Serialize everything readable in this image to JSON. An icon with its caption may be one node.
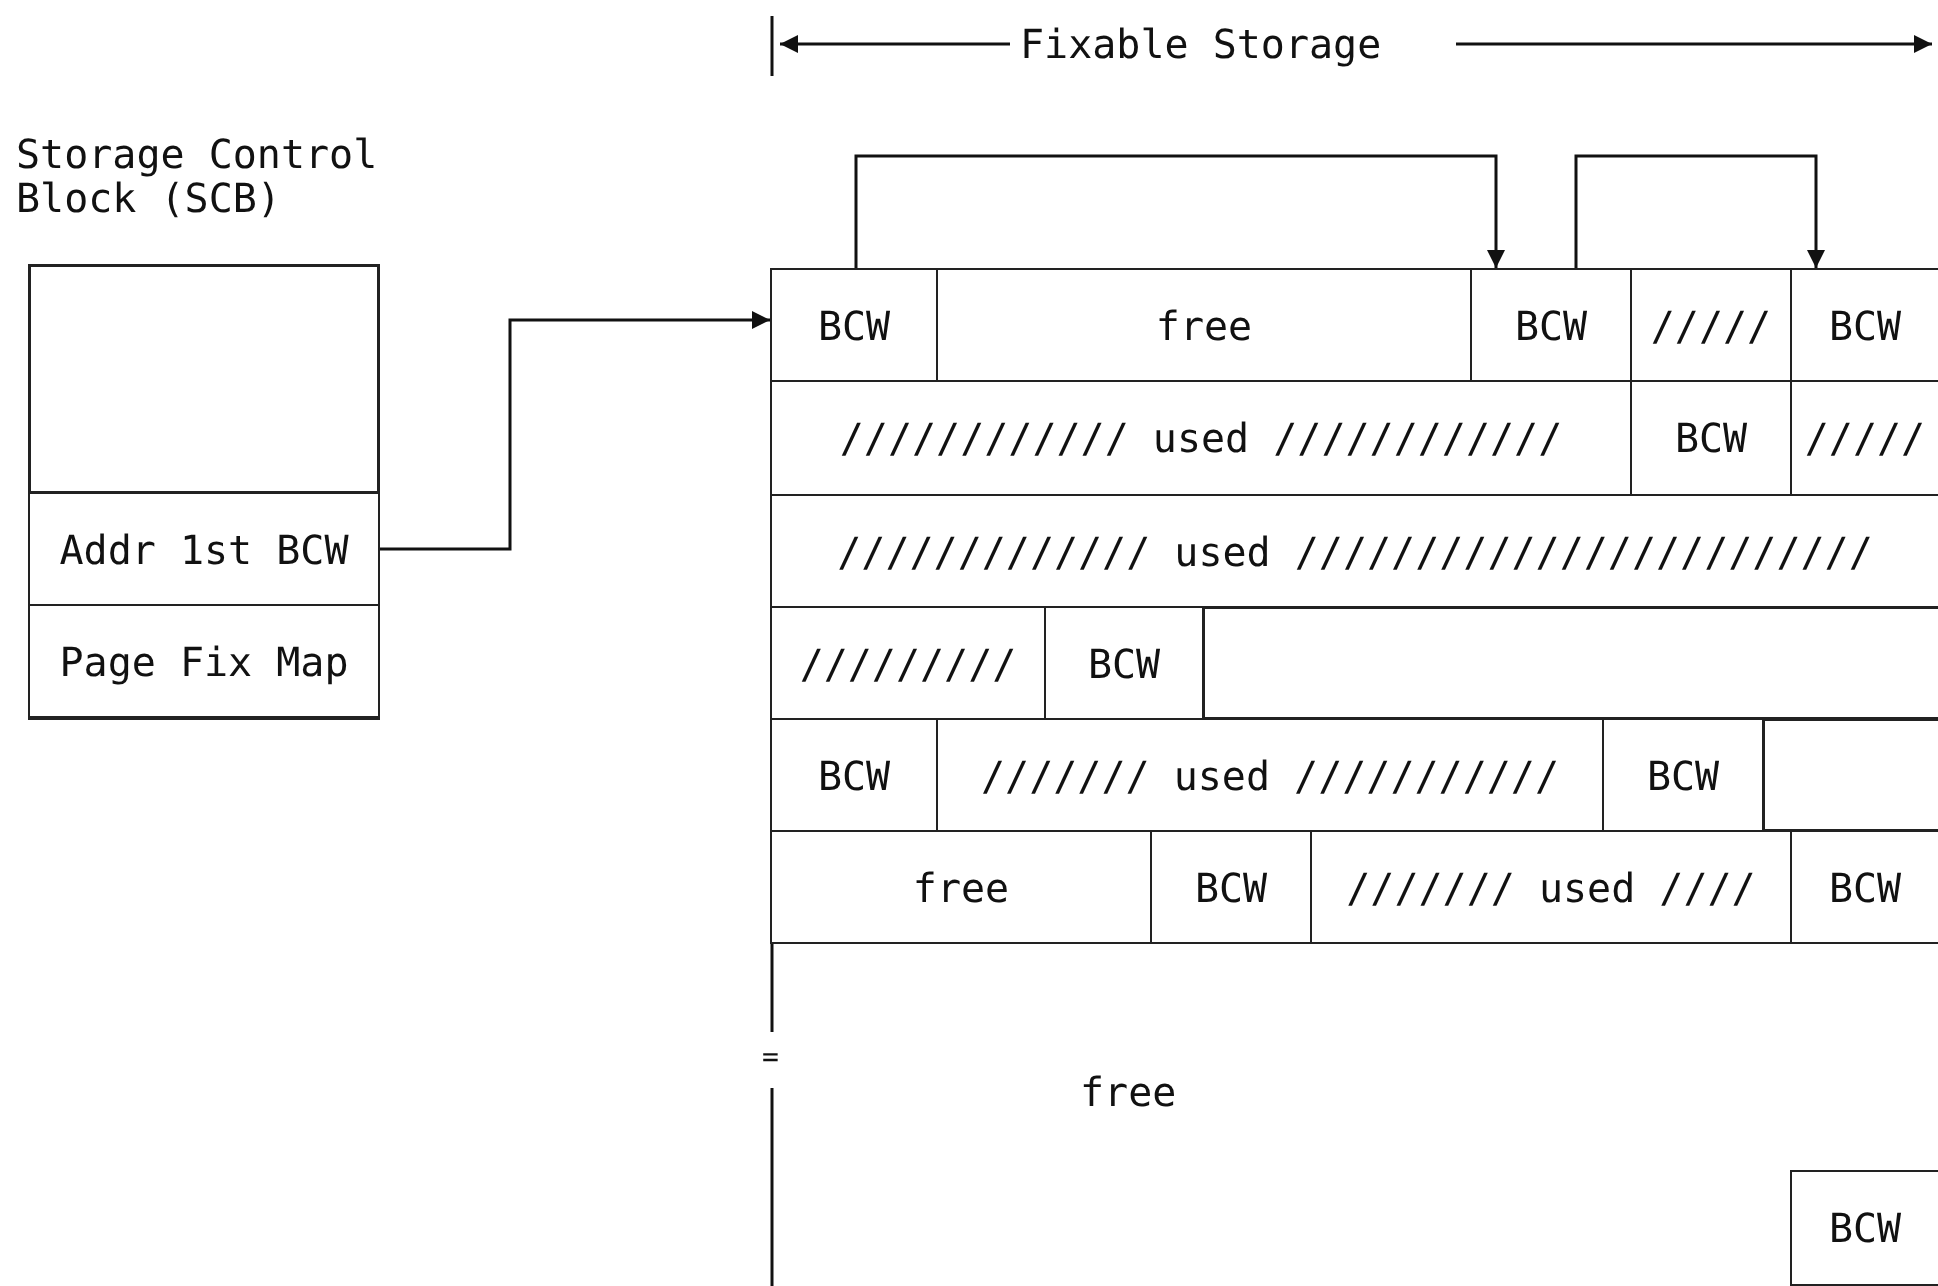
{
  "diagram": {
    "nodes": [
      {
        "text": [
          "Storage Control Block (SCB)"
        ]
      },
      {
        "text": [],
        "shape": "box",
        "in": 0
      },
      {
        "text": [
          "Addr 1st BCW"
        ],
        "in": 0
      },
      {
        "text": [
          "Page Fix Map"
        ],
        "in": 0
      },
      {
        "text": [
          "BCW"
        ]
      },
      {
        "text": [
          "free"
        ]
      },
      {
        "text": [
          "BCW"
        ]
      },
      {
        "text": [
          "/////"
        ]
      },
      {
        "text": [
          "BCW"
        ]
      },
      {
        "text": [
          "//////////// used ////////////"
        ]
      },
      {
        "text": [
          "BCW"
        ]
      },
      {
        "text": [
          "/////"
        ]
      },
      {
        "text": [
          "///////////// used ////////////////////////"
        ]
      },
      {
        "text": [
          "/////////"
        ]
      },
      {
        "text": [
          "BCW"
        ]
      },
      {
        "text": [],
        "shape": "box"
      },
      {
        "text": [
          "BCW"
        ]
      },
      {
        "text": [
          "/////// used ///////////"
        ]
      },
      {
        "text": [
          "BCW"
        ]
      },
      {
        "text": [],
        "shape": "box"
      },
      {
        "text": [
          "free"
        ]
      },
      {
        "text": [
          "BCW"
        ]
      },
      {
        "text": [
          "/////// used ////"
        ]
      },
      {
        "text": [
          "BCW"
        ]
      },
      {
        "text": [
          "free"
        ]
      },
      {
        "text": [
          "BCW"
        ],
        "in": 24
      }
    ],
    "edges": [
      {
        "from": 2,
        "to": 4,
        "arrow": "to"
      },
      {
        "from": 4,
        "to": 6,
        "arrow": "to"
      },
      {
        "from": 6,
        "to": 8,
        "arrow": "to"
      }
    ],
    "labels": [
      "Fixable Storage",
      "="
    ]
  }
}
